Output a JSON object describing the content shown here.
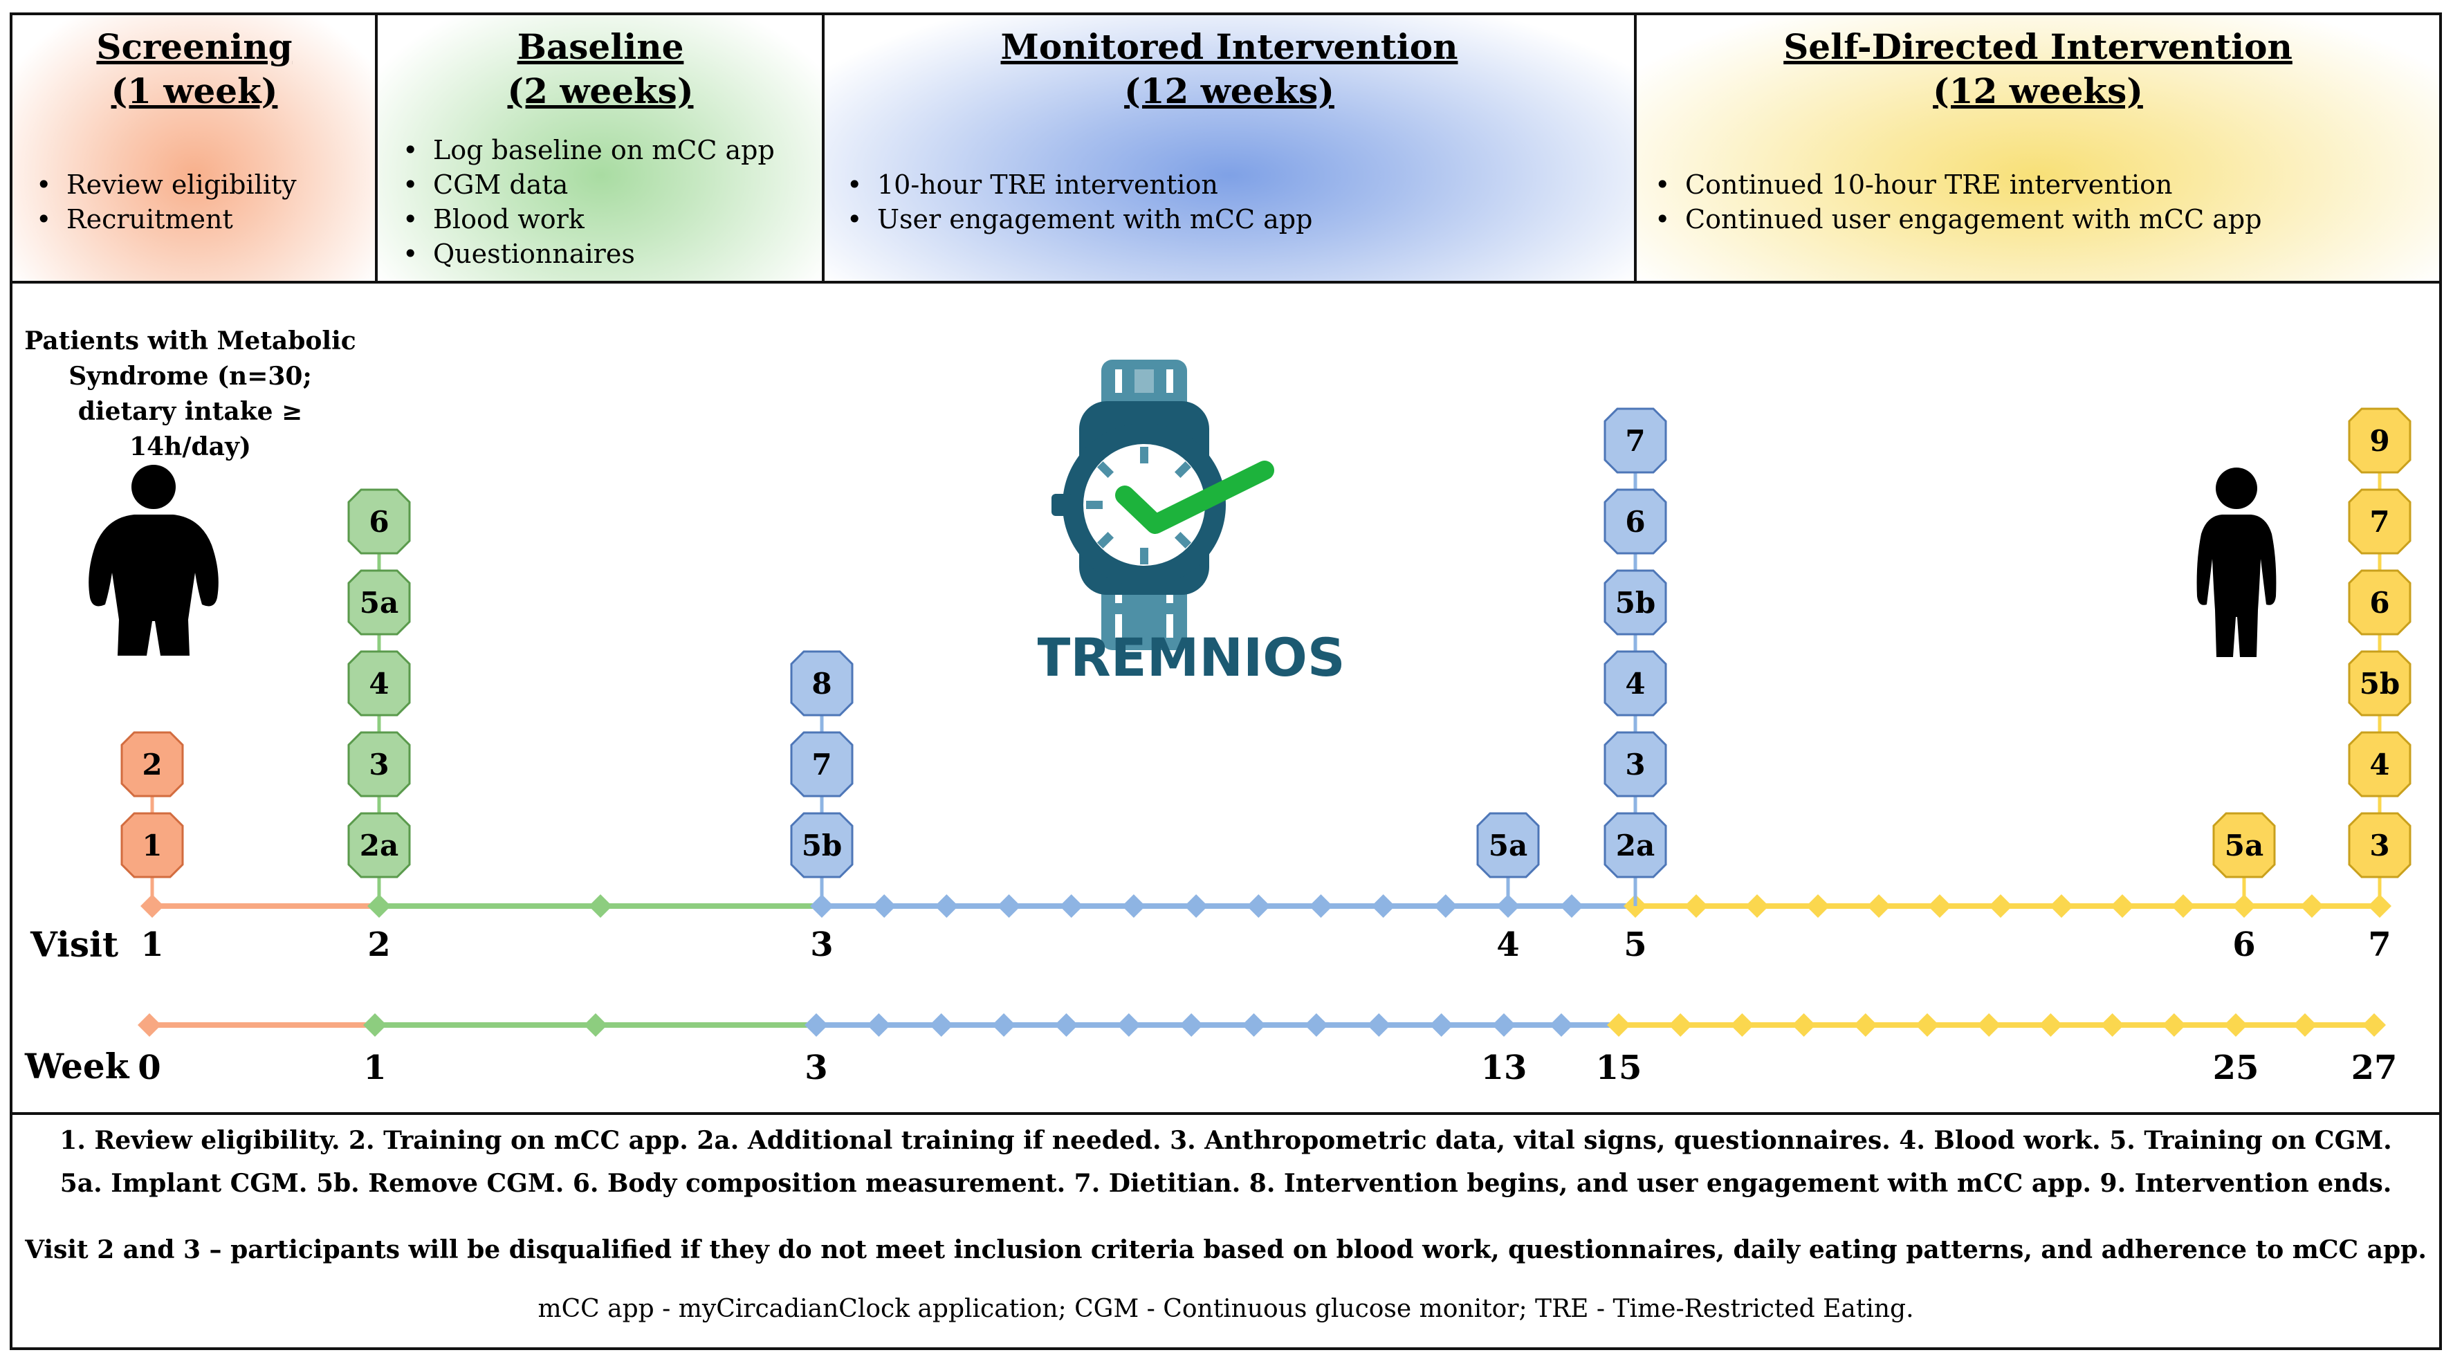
{
  "phases": [
    {
      "title": "Screening",
      "duration": "(1 week)",
      "items": [
        "Review eligibility",
        "Recruitment"
      ],
      "color": "#f8b08c"
    },
    {
      "title": "Baseline",
      "duration": "(2 weeks)",
      "items": [
        "Log baseline on mCC app",
        "CGM data",
        "Blood work",
        "Questionnaires"
      ],
      "color": "#a9dca2"
    },
    {
      "title": "Monitored Intervention",
      "duration": "(12 weeks)",
      "items": [
        "10-hour TRE intervention",
        "User engagement with mCC app"
      ],
      "color": "#7fa1e6"
    },
    {
      "title": "Self-Directed Intervention",
      "duration": "(12 weeks)",
      "items": [
        "Continued 10-hour TRE intervention",
        "Continued user engagement with mCC app"
      ],
      "color": "#f8e078"
    }
  ],
  "cohort_label": [
    "Patients with Metabolic",
    "Syndrome  (n=30;",
    "dietary intake ≥ 14h/day)"
  ],
  "logo": {
    "text": "TREMNIOS",
    "color": "#1c5a72",
    "check_color": "#1db33c"
  },
  "timeline": {
    "visit_label": "Visit",
    "week_label": "Week",
    "visits": [
      {
        "label": "1",
        "phase": 0,
        "steps": [
          "1",
          "2"
        ]
      },
      {
        "label": "2",
        "phase": 1,
        "steps": [
          "2a",
          "3",
          "4",
          "5a",
          "6"
        ]
      },
      {
        "label": "3",
        "phase": 2,
        "steps": [
          "5b",
          "7",
          "8"
        ]
      },
      {
        "label": "4",
        "phase": 2,
        "steps": [
          "5a"
        ]
      },
      {
        "label": "5",
        "phase": 2,
        "steps": [
          "2a",
          "3",
          "4",
          "5b",
          "6",
          "7"
        ]
      },
      {
        "label": "6",
        "phase": 3,
        "steps": [
          "5a"
        ]
      },
      {
        "label": "7",
        "phase": 3,
        "steps": [
          "3",
          "4",
          "5b",
          "6",
          "7",
          "9"
        ]
      }
    ],
    "weeks": [
      "0",
      "1",
      "3",
      "13",
      "15",
      "25",
      "27"
    ],
    "colors": {
      "orange": "#f8a882",
      "green": "#8dcd7f",
      "blue": "#8eb4e3",
      "yellow": "#fbd74e",
      "orange_fill": "#f8a882",
      "green_fill": "#a9d6a0",
      "blue_fill": "#aac5ea",
      "yellow_fill": "#fcd65a"
    }
  },
  "footer": {
    "line1": "1. Review eligibility.   2. Training on mCC app.   2a. Additional training if needed.   3. Anthropometric data, vital signs, questionnaires.   4. Blood work.   5. Training on CGM.",
    "line2": "5a. Implant CGM.   5b. Remove CGM.   6. Body composition measurement.   7. Dietitian.   8. Intervention begins, and user engagement with mCC app.   9. Intervention ends.",
    "line3": "Visit 2 and 3 – participants will be disqualified if they do not meet inclusion criteria based on blood work, questionnaires, daily eating patterns, and adherence to mCC app.",
    "line4": "mCC app - myCircadianClock application; CGM - Continuous glucose monitor; TRE - Time-Restricted Eating."
  }
}
